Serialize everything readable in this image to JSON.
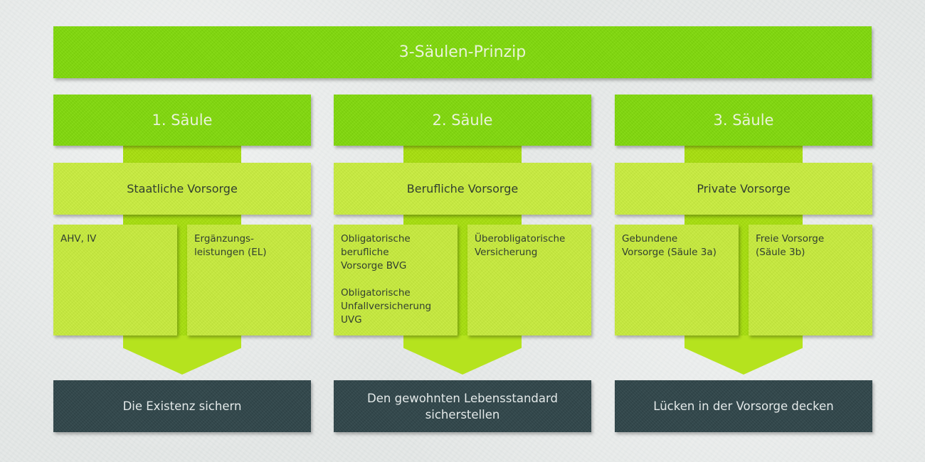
{
  "title": "3-Säulen-Prinzip",
  "colors": {
    "title_green": "#7fd80a",
    "header_green": "#80d80b",
    "stem_green": "#a6de0c",
    "light_green": "#c6ea3c",
    "dark_slate": "#2e4448",
    "background": "#e4e8e7"
  },
  "pillars": [
    {
      "header": "1. Säule",
      "subheader": "Staatliche Vorsorge",
      "left_items": [
        "AHV, IV"
      ],
      "right_items": [
        "Ergänzungs-\nleistungen (EL)"
      ],
      "goal": "Die Existenz sichern"
    },
    {
      "header": "2. Säule",
      "subheader": "Berufliche Vorsorge",
      "left_items": [
        "Obligatorische\nberufliche\nVorsorge BVG",
        "Obligatorische\nUnfallversicherung\nUVG"
      ],
      "right_items": [
        "Überobligatorische\nVersicherung"
      ],
      "goal": "Den gewohnten Lebensstandard\nsicherstellen"
    },
    {
      "header": "3. Säule",
      "subheader": "Private Vorsorge",
      "left_items": [
        "Gebundene\nVorsorge (Säule 3a)"
      ],
      "right_items": [
        "Freie Vorsorge\n(Säule 3b)"
      ],
      "goal": "Lücken in der Vorsorge decken"
    }
  ]
}
